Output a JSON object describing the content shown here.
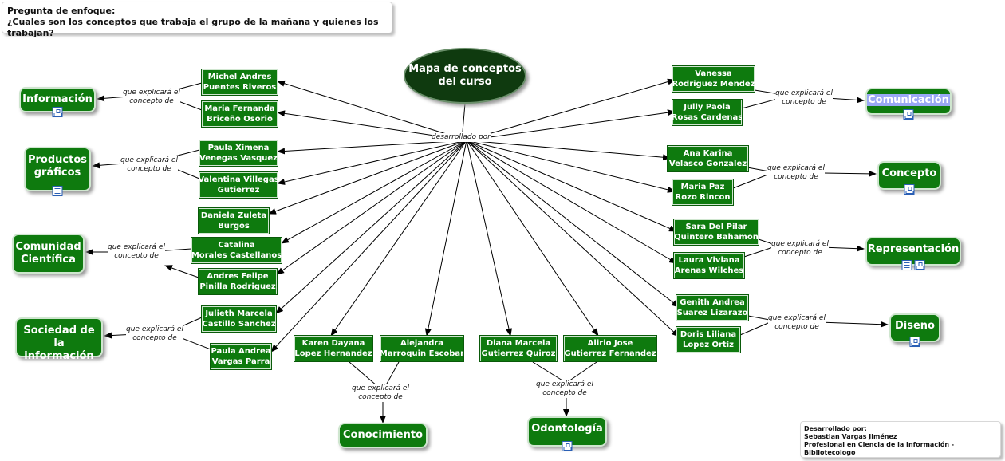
{
  "focus_question": {
    "title": "Pregunta de enfoque:",
    "question": "¿Cuales son los conceptos que trabaja el grupo de la mañana y quienes los trabajan?"
  },
  "map_title": [
    "Mapa de conceptos",
    "del curso"
  ],
  "hub_label": "desarrollado por",
  "link_label": [
    "que explicará el",
    "concepto de"
  ],
  "colors": {
    "node": "#0e7a0e",
    "title_fill": "#0f3a0f",
    "icon": "#2a5fb5",
    "highlight": "#9aa8f5"
  },
  "concepts": [
    {
      "id": "informacion",
      "lines": [
        "Información"
      ],
      "icons": [
        "tree-icon"
      ]
    },
    {
      "id": "productos",
      "lines": [
        "Productos",
        "gráficos"
      ],
      "icons": [
        "document-icon"
      ]
    },
    {
      "id": "comunidad",
      "lines": [
        "Comunidad",
        "Científica"
      ],
      "icons": []
    },
    {
      "id": "sociedad",
      "lines": [
        "Sociedad de la",
        "información"
      ],
      "icons": []
    },
    {
      "id": "conocimiento",
      "lines": [
        "Conocimiento"
      ],
      "icons": []
    },
    {
      "id": "odontologia",
      "lines": [
        "Odontología"
      ],
      "icons": [
        "tree-icon"
      ]
    },
    {
      "id": "comunicacion",
      "lines": [
        "Comunicación"
      ],
      "icons": [
        "tree-icon"
      ],
      "highlighted": true
    },
    {
      "id": "concepto",
      "lines": [
        "Concepto"
      ],
      "icons": [
        "tree-icon"
      ]
    },
    {
      "id": "representacion",
      "lines": [
        "Representación"
      ],
      "icons": [
        "document-icon",
        "tree-icon"
      ]
    },
    {
      "id": "diseno",
      "lines": [
        "Diseño"
      ],
      "icons": [
        "tree-icon"
      ]
    }
  ],
  "people": [
    {
      "id": "p1",
      "lines": [
        "Michel Andres",
        "Puentes Riveros"
      ]
    },
    {
      "id": "p2",
      "lines": [
        "Maria Fernanda",
        "Briceño Osorio"
      ]
    },
    {
      "id": "p3",
      "lines": [
        "Paula Ximena",
        "Venegas Vasquez"
      ]
    },
    {
      "id": "p4",
      "lines": [
        "Valentina Villegas",
        "Gutierrez"
      ]
    },
    {
      "id": "p5",
      "lines": [
        "Daniela Zuleta",
        "Burgos"
      ]
    },
    {
      "id": "p6",
      "lines": [
        "Catalina",
        "Morales Castellanos"
      ]
    },
    {
      "id": "p7",
      "lines": [
        "Andres Felipe",
        "Pinilla Rodriguez"
      ]
    },
    {
      "id": "p8",
      "lines": [
        "Julieth Marcela",
        "Castillo Sanchez"
      ]
    },
    {
      "id": "p9",
      "lines": [
        "Paula Andrea",
        "Vargas Parra"
      ]
    },
    {
      "id": "p10",
      "lines": [
        "Karen Dayana",
        "Lopez Hernandez"
      ]
    },
    {
      "id": "p11",
      "lines": [
        "Alejandra",
        "Marroquin Escobar"
      ]
    },
    {
      "id": "p12",
      "lines": [
        "Diana Marcela",
        "Gutierrez Quiroz"
      ]
    },
    {
      "id": "p13",
      "lines": [
        "Alirio Jose",
        "Gutierrez Fernandez"
      ]
    },
    {
      "id": "p14",
      "lines": [
        "Vanessa",
        "Rodriguez Mendez"
      ]
    },
    {
      "id": "p15",
      "lines": [
        "Jully Paola",
        "Rosas Cardenas"
      ]
    },
    {
      "id": "p16",
      "lines": [
        "Ana Karina",
        "Velasco Gonzalez"
      ]
    },
    {
      "id": "p17",
      "lines": [
        "Maria Paz",
        "Rozo Rincon"
      ]
    },
    {
      "id": "p18",
      "lines": [
        "Sara Del Pilar",
        "Quintero Bahamon"
      ]
    },
    {
      "id": "p19",
      "lines": [
        "Laura Viviana",
        "Arenas Wilches"
      ]
    },
    {
      "id": "p20",
      "lines": [
        "Genith Andrea",
        "Suarez Lizarazo"
      ]
    },
    {
      "id": "p21",
      "lines": [
        "Doris Liliana",
        "Lopez Ortiz"
      ]
    }
  ],
  "credits": {
    "line1": "Desarrollado por:",
    "line2": "Sebastian Vargas Jiménez",
    "line3": "Profesional en Ciencia de la Información - Bibliotecologo"
  }
}
